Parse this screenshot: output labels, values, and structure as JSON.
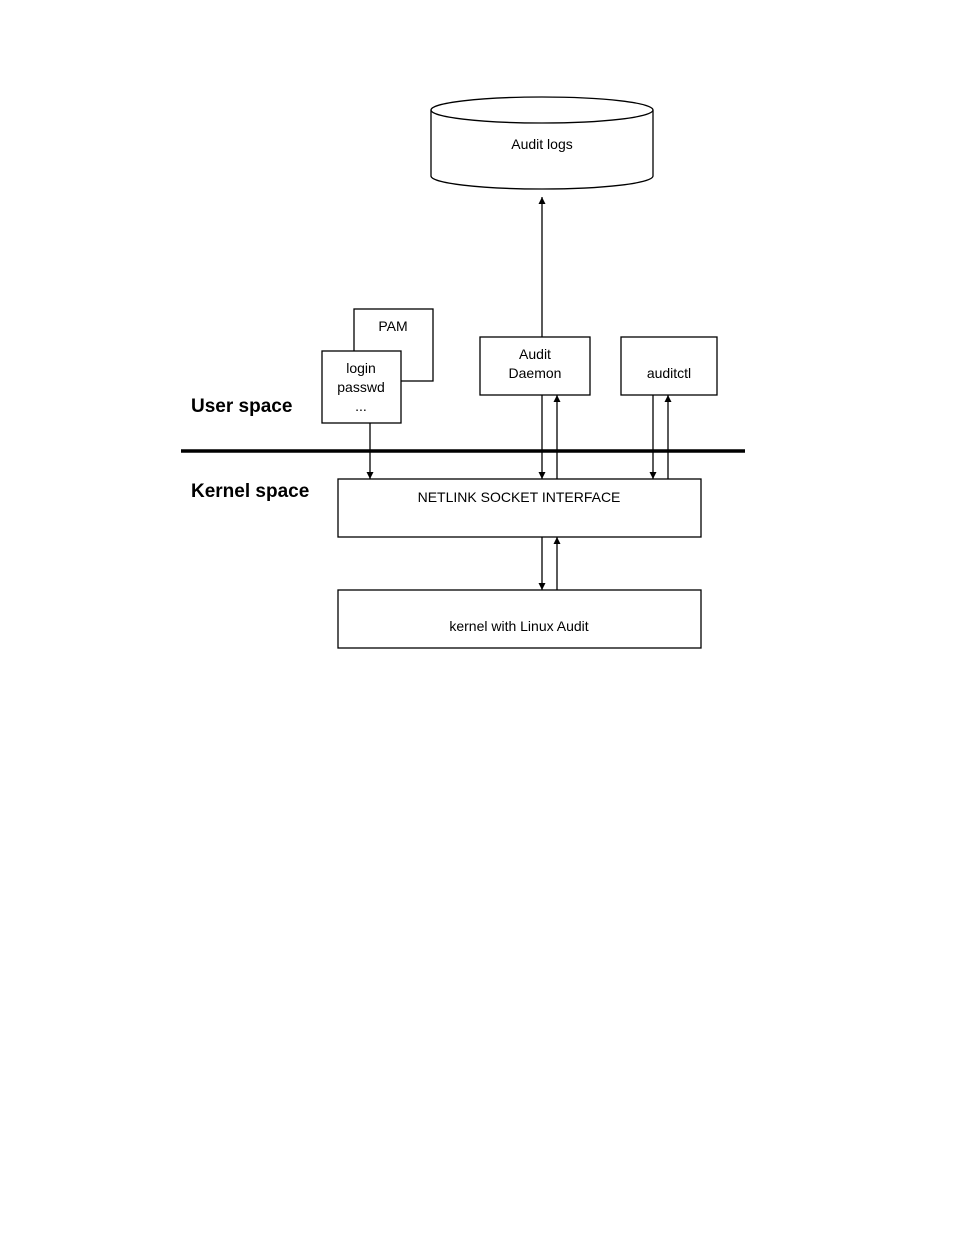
{
  "zones": {
    "user": "User space",
    "kernel": "Kernel space"
  },
  "nodes": {
    "audit_logs": "Audit logs",
    "pam": "PAM",
    "login": [
      "login",
      "passwd",
      "..."
    ],
    "audit_daemon": [
      "Audit",
      "Daemon"
    ],
    "auditctl": "auditctl",
    "netlink": "NETLINK SOCKET INTERFACE",
    "kernel": "kernel with Linux Audit"
  },
  "colors": {
    "line": "#000000",
    "background": "#ffffff"
  }
}
